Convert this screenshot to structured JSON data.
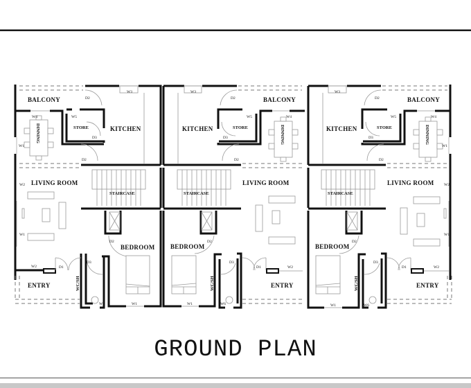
{
  "drawing": {
    "title": "GROUND PLAN",
    "units": [
      {
        "id": "unit-1",
        "rooms": {
          "balcony": "BALCONY",
          "kitchen": "KITCHEN",
          "store": "STORE",
          "dining": "DINNING",
          "living": "LIVING ROOM",
          "staircase": "STAIRCASE",
          "bedroom": "BEDROOM",
          "wc": "WC/SH",
          "entry": "ENTRY"
        },
        "tags": {
          "d1": "D1",
          "d2": "D2",
          "d2b": "D2",
          "d3": "D3",
          "d3b": "D3",
          "w1": "W1",
          "w2": "W2",
          "w3": "W3",
          "w4": "W4",
          "w5": "W5",
          "w6": "W6"
        }
      },
      {
        "id": "unit-2",
        "rooms": {
          "balcony": "BALCONY",
          "kitchen": "KITCHEN",
          "store": "STORE",
          "dining": "DINNING",
          "living": "LIVING ROOM",
          "staircase": "STAIRCASE",
          "bedroom": "BEDROOM",
          "wc": "WC/SH",
          "entry": "ENTRY"
        },
        "tags": {
          "d1": "D1",
          "d2": "D2",
          "d2b": "D2",
          "d3": "D3",
          "d3b": "D3",
          "w1": "W1",
          "w2": "W2",
          "w3": "W3",
          "w4": "W4",
          "w5": "W5",
          "w6": "W6"
        }
      },
      {
        "id": "unit-3",
        "rooms": {
          "balcony": "BALCONY",
          "kitchen": "KITCHEN",
          "store": "STORE",
          "dining": "DINNING",
          "living": "LIVING ROOM",
          "staircase": "STAIRCASE",
          "bedroom": "BEDROOM",
          "wc": "WC/SH",
          "entry": "ENTRY"
        },
        "tags": {
          "d1": "D1",
          "d2": "D2",
          "d2b": "D2",
          "d3": "D3",
          "d3b": "D3",
          "w1": "W1",
          "w2": "W2",
          "w3": "W3",
          "w4": "W4",
          "w5": "W5",
          "w6": "W6"
        }
      }
    ]
  }
}
